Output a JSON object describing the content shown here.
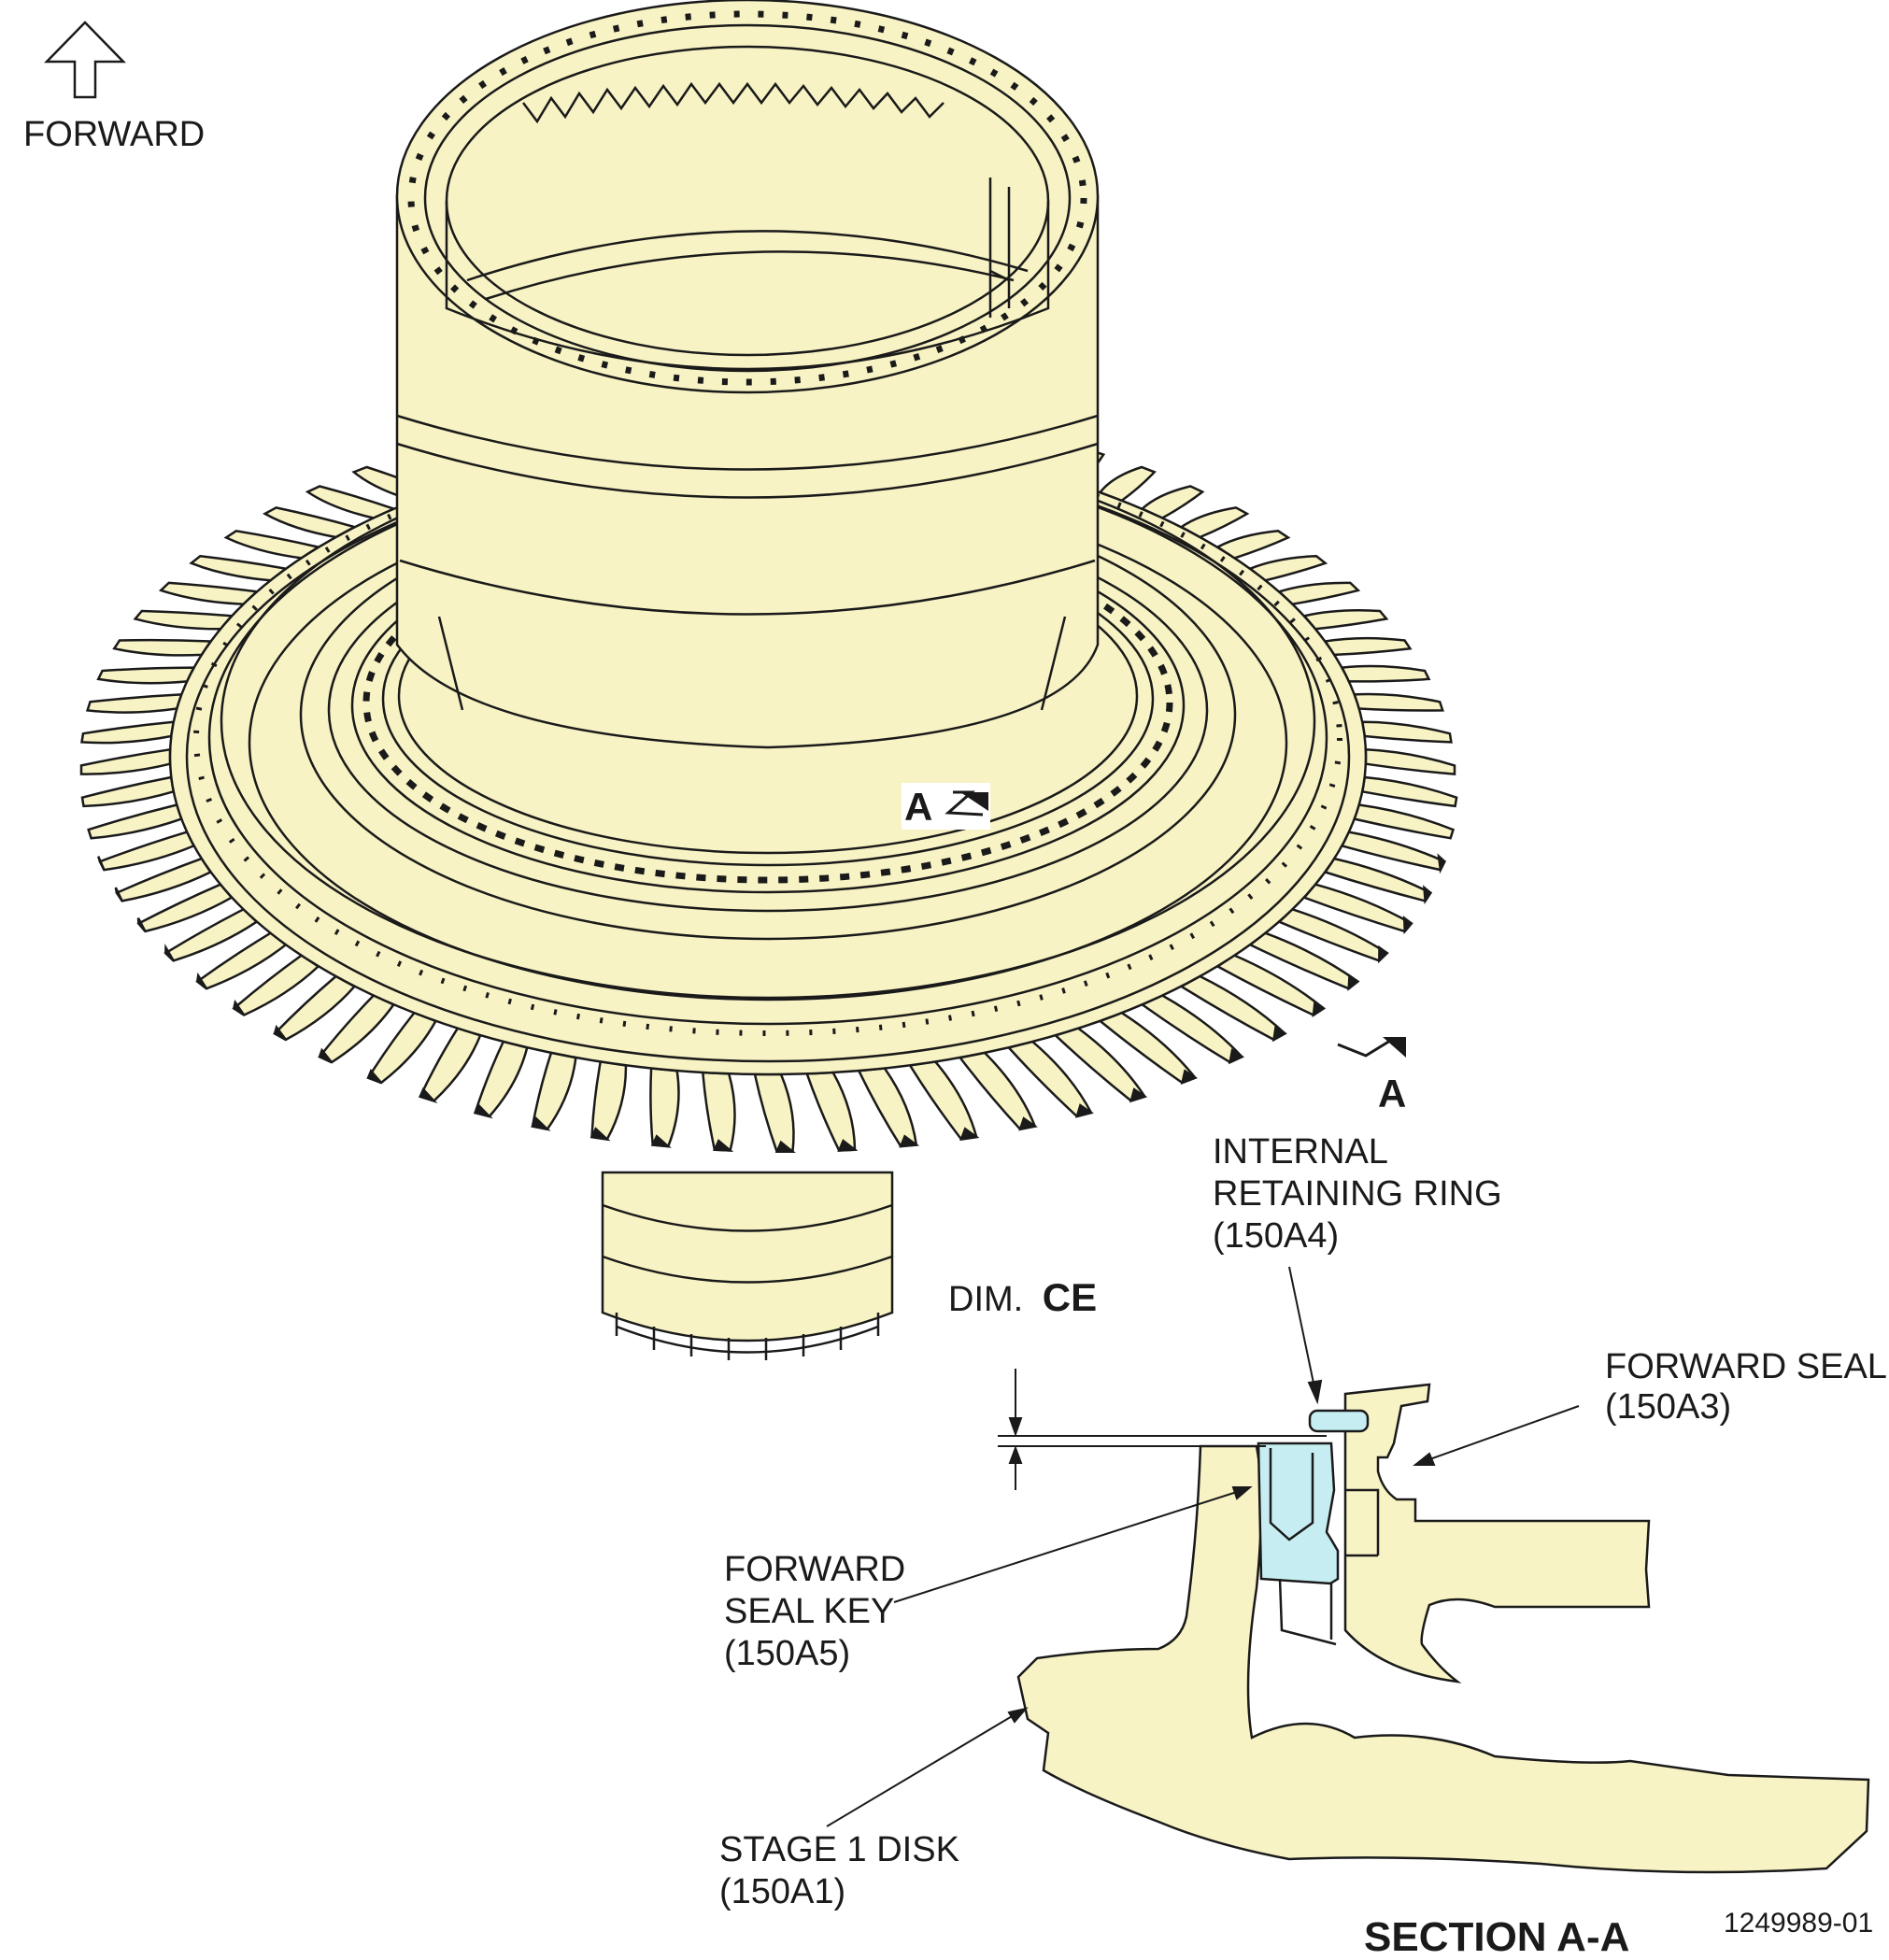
{
  "orientation": {
    "label": "FORWARD",
    "icon": "up-arrow-outline-icon"
  },
  "section_markers": {
    "upper": "A",
    "lower": "A"
  },
  "callouts": {
    "internal_retaining_ring": {
      "line1": "INTERNAL",
      "line2": "RETAINING RING",
      "ref": "(150A4)"
    },
    "forward_seal": {
      "line1": "FORWARD SEAL",
      "ref": "(150A3)"
    },
    "forward_seal_key": {
      "line1": "FORWARD",
      "line2": "SEAL KEY",
      "ref": "(150A5)"
    },
    "stage1_disk": {
      "line1": "STAGE 1 DISK",
      "ref": "(150A1)"
    },
    "dimension": {
      "prefix": "DIM.",
      "code": "CE"
    }
  },
  "section_title": "SECTION A-A",
  "figure_number": "1249989-01",
  "colors": {
    "part_fill": "#f8f3c4",
    "highlight_fill": "#c6eef2",
    "line": "#1a1a1a",
    "background": "#ffffff"
  }
}
